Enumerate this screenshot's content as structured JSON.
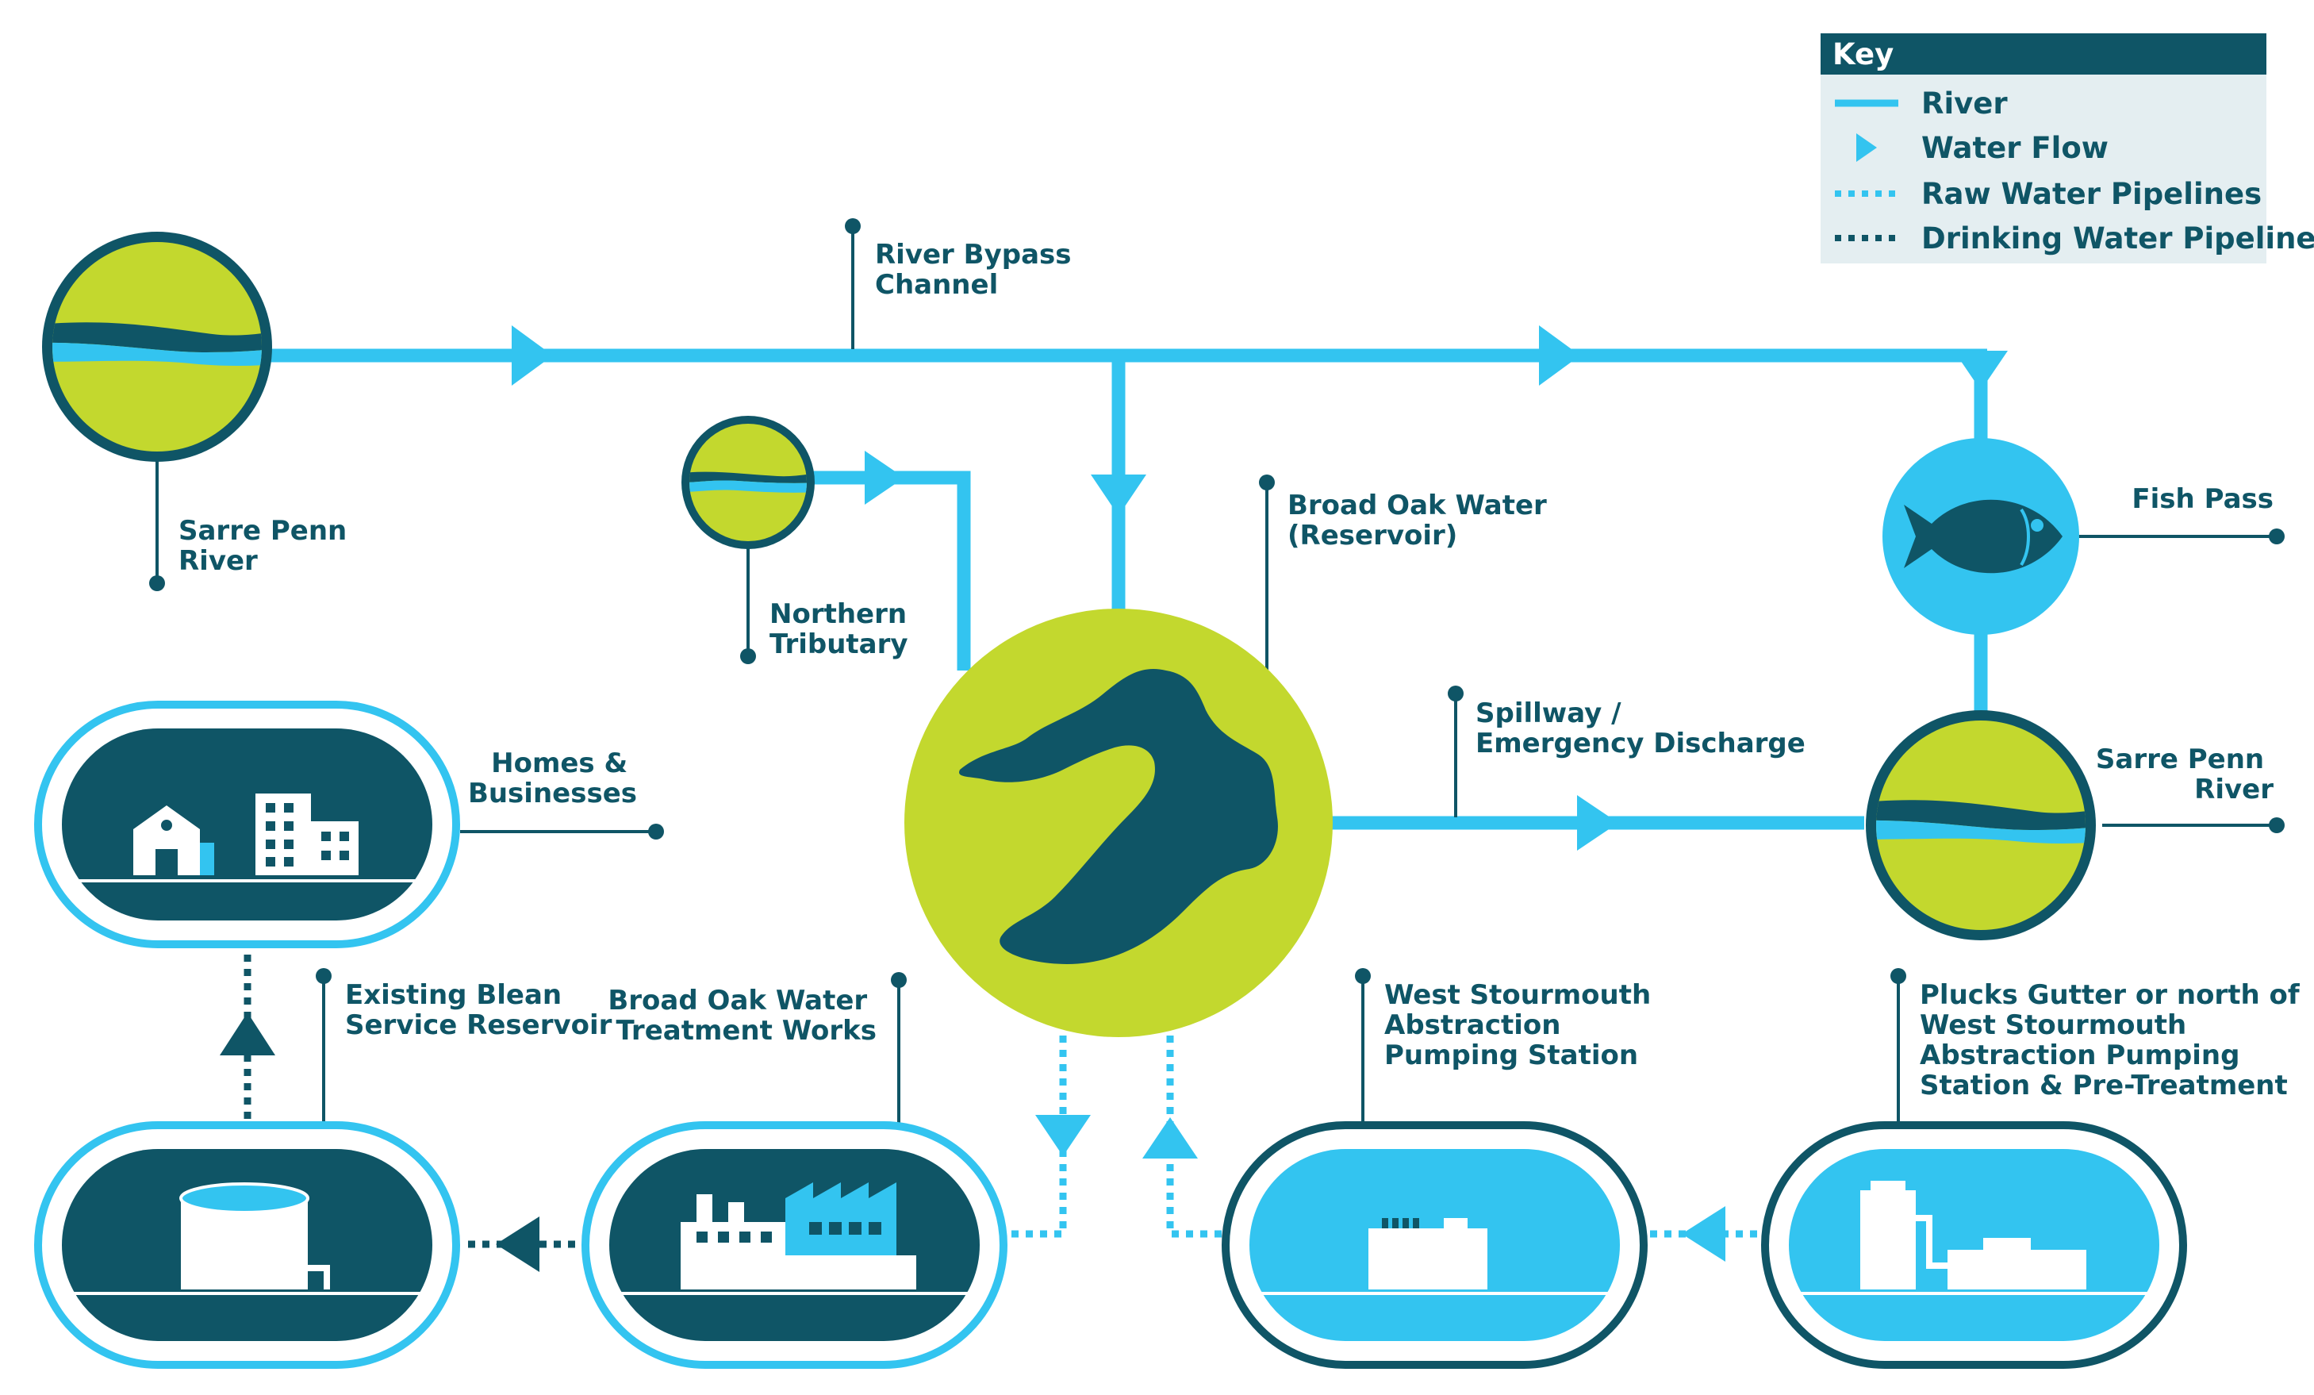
{
  "key": {
    "title": "Key",
    "items": [
      {
        "label": "River",
        "symbol": "river-line"
      },
      {
        "label": "Water Flow",
        "symbol": "flow-arrow"
      },
      {
        "label": "Raw Water Pipelines",
        "symbol": "raw-dots"
      },
      {
        "label": "Drinking Water Pipelines",
        "symbol": "drinking-dots"
      }
    ]
  },
  "labels": {
    "river_bypass": [
      "River Bypass",
      "Channel"
    ],
    "sarre_penn_left": [
      "Sarre Penn",
      "River"
    ],
    "northern_tributary": [
      "Northern",
      "Tributary"
    ],
    "broad_oak_reservoir": [
      "Broad Oak Water",
      "(Reservoir)"
    ],
    "fish_pass": [
      "Fish Pass"
    ],
    "spillway": [
      "Spillway /",
      "Emergency Discharge"
    ],
    "sarre_penn_right": [
      "Sarre Penn",
      "River"
    ],
    "homes": [
      "Homes &",
      "Businesses"
    ],
    "blean": [
      "Existing Blean",
      "Service Reservoir"
    ],
    "treatment_works": [
      "Broad Oak Water",
      "Treatment Works"
    ],
    "west_stourmouth": [
      "West Stourmouth",
      "Abstraction",
      "Pumping Station"
    ],
    "plucks_gutter": [
      "Plucks Gutter or north of",
      "West Stourmouth",
      "Abstraction Pumping",
      "Station & Pre-Treatment"
    ]
  },
  "colors": {
    "dark_teal": "#0f5566",
    "light_blue": "#33c4f0",
    "lime": "#c3d82e",
    "key_bg": "#e4eef1"
  }
}
